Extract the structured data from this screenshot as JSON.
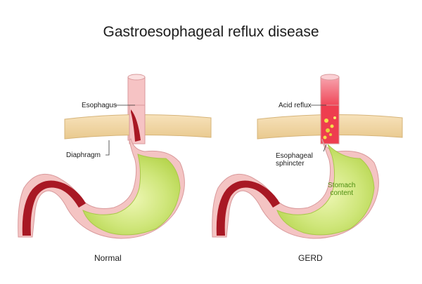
{
  "title": "Gastroesophageal reflux disease",
  "left": {
    "caption": "Normal",
    "labels": {
      "esophagus": "Esophagus",
      "diaphragm": "Diaphragm"
    }
  },
  "right": {
    "caption": "GERD",
    "labels": {
      "acid_reflux": "Acid reflux",
      "sphincter_line1": "Esophageal",
      "sphincter_line2": "sphincter",
      "stomach_line1": "Stomach",
      "stomach_line2": "content"
    }
  },
  "colors": {
    "esophagus_pink": "#f6c3c4",
    "acid_red": "#e8263a",
    "muscle_red": "#a81824",
    "diaphragm": "#f2d7a6",
    "stomach_fill": "#c9e36b",
    "stomach_center": "#e9f5a9",
    "wall": "#f4c4c3"
  }
}
